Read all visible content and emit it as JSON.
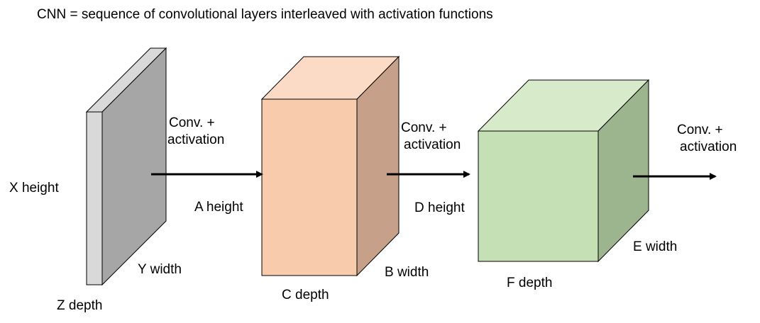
{
  "title": "CNN = sequence of convolutional layers interleaved with activation functions",
  "colors": {
    "input_front": "#a6a6a6",
    "input_side": "#d9d9d9",
    "block1_front": "#f8cbad",
    "block1_top": "#fbdac6",
    "block1_side": "#c6a088",
    "block2_front": "#c5e0b4",
    "block2_top": "#d7ebcb",
    "block2_side": "#9db58e",
    "edge": "#000000",
    "arrow": "#000000"
  },
  "input_layer": {
    "height_label": "X height",
    "width_label": "Y width",
    "depth_label": "Z depth"
  },
  "block1": {
    "height_label": "A height",
    "width_label": "B width",
    "depth_label": "C depth"
  },
  "block2": {
    "height_label": "D height",
    "width_label": "E width",
    "depth_label": "F depth"
  },
  "arrows": [
    {
      "line1": "Conv. +",
      "line2": "activation"
    },
    {
      "line1": "Conv. +",
      "line2": "activation"
    },
    {
      "line1": "Conv. +",
      "line2": "activation"
    }
  ]
}
